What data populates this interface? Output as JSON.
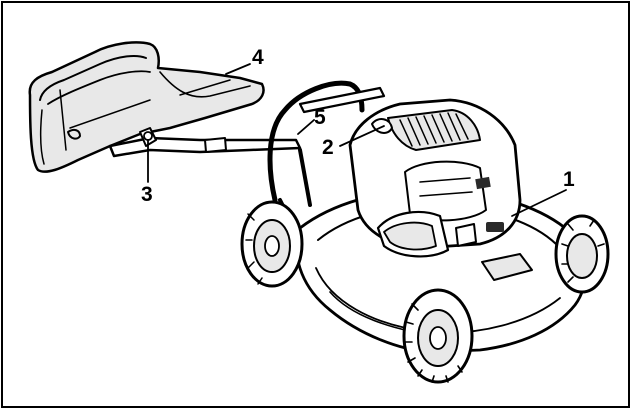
{
  "figure": {
    "callouts": [
      {
        "id": "1",
        "text": "1"
      },
      {
        "id": "2",
        "text": "2"
      },
      {
        "id": "3",
        "text": "3"
      },
      {
        "id": "4",
        "text": "4"
      },
      {
        "id": "5",
        "text": "5"
      }
    ],
    "colors": {
      "ink": "#000000",
      "background": "#ffffff",
      "shade": "#e8e8e8"
    }
  }
}
